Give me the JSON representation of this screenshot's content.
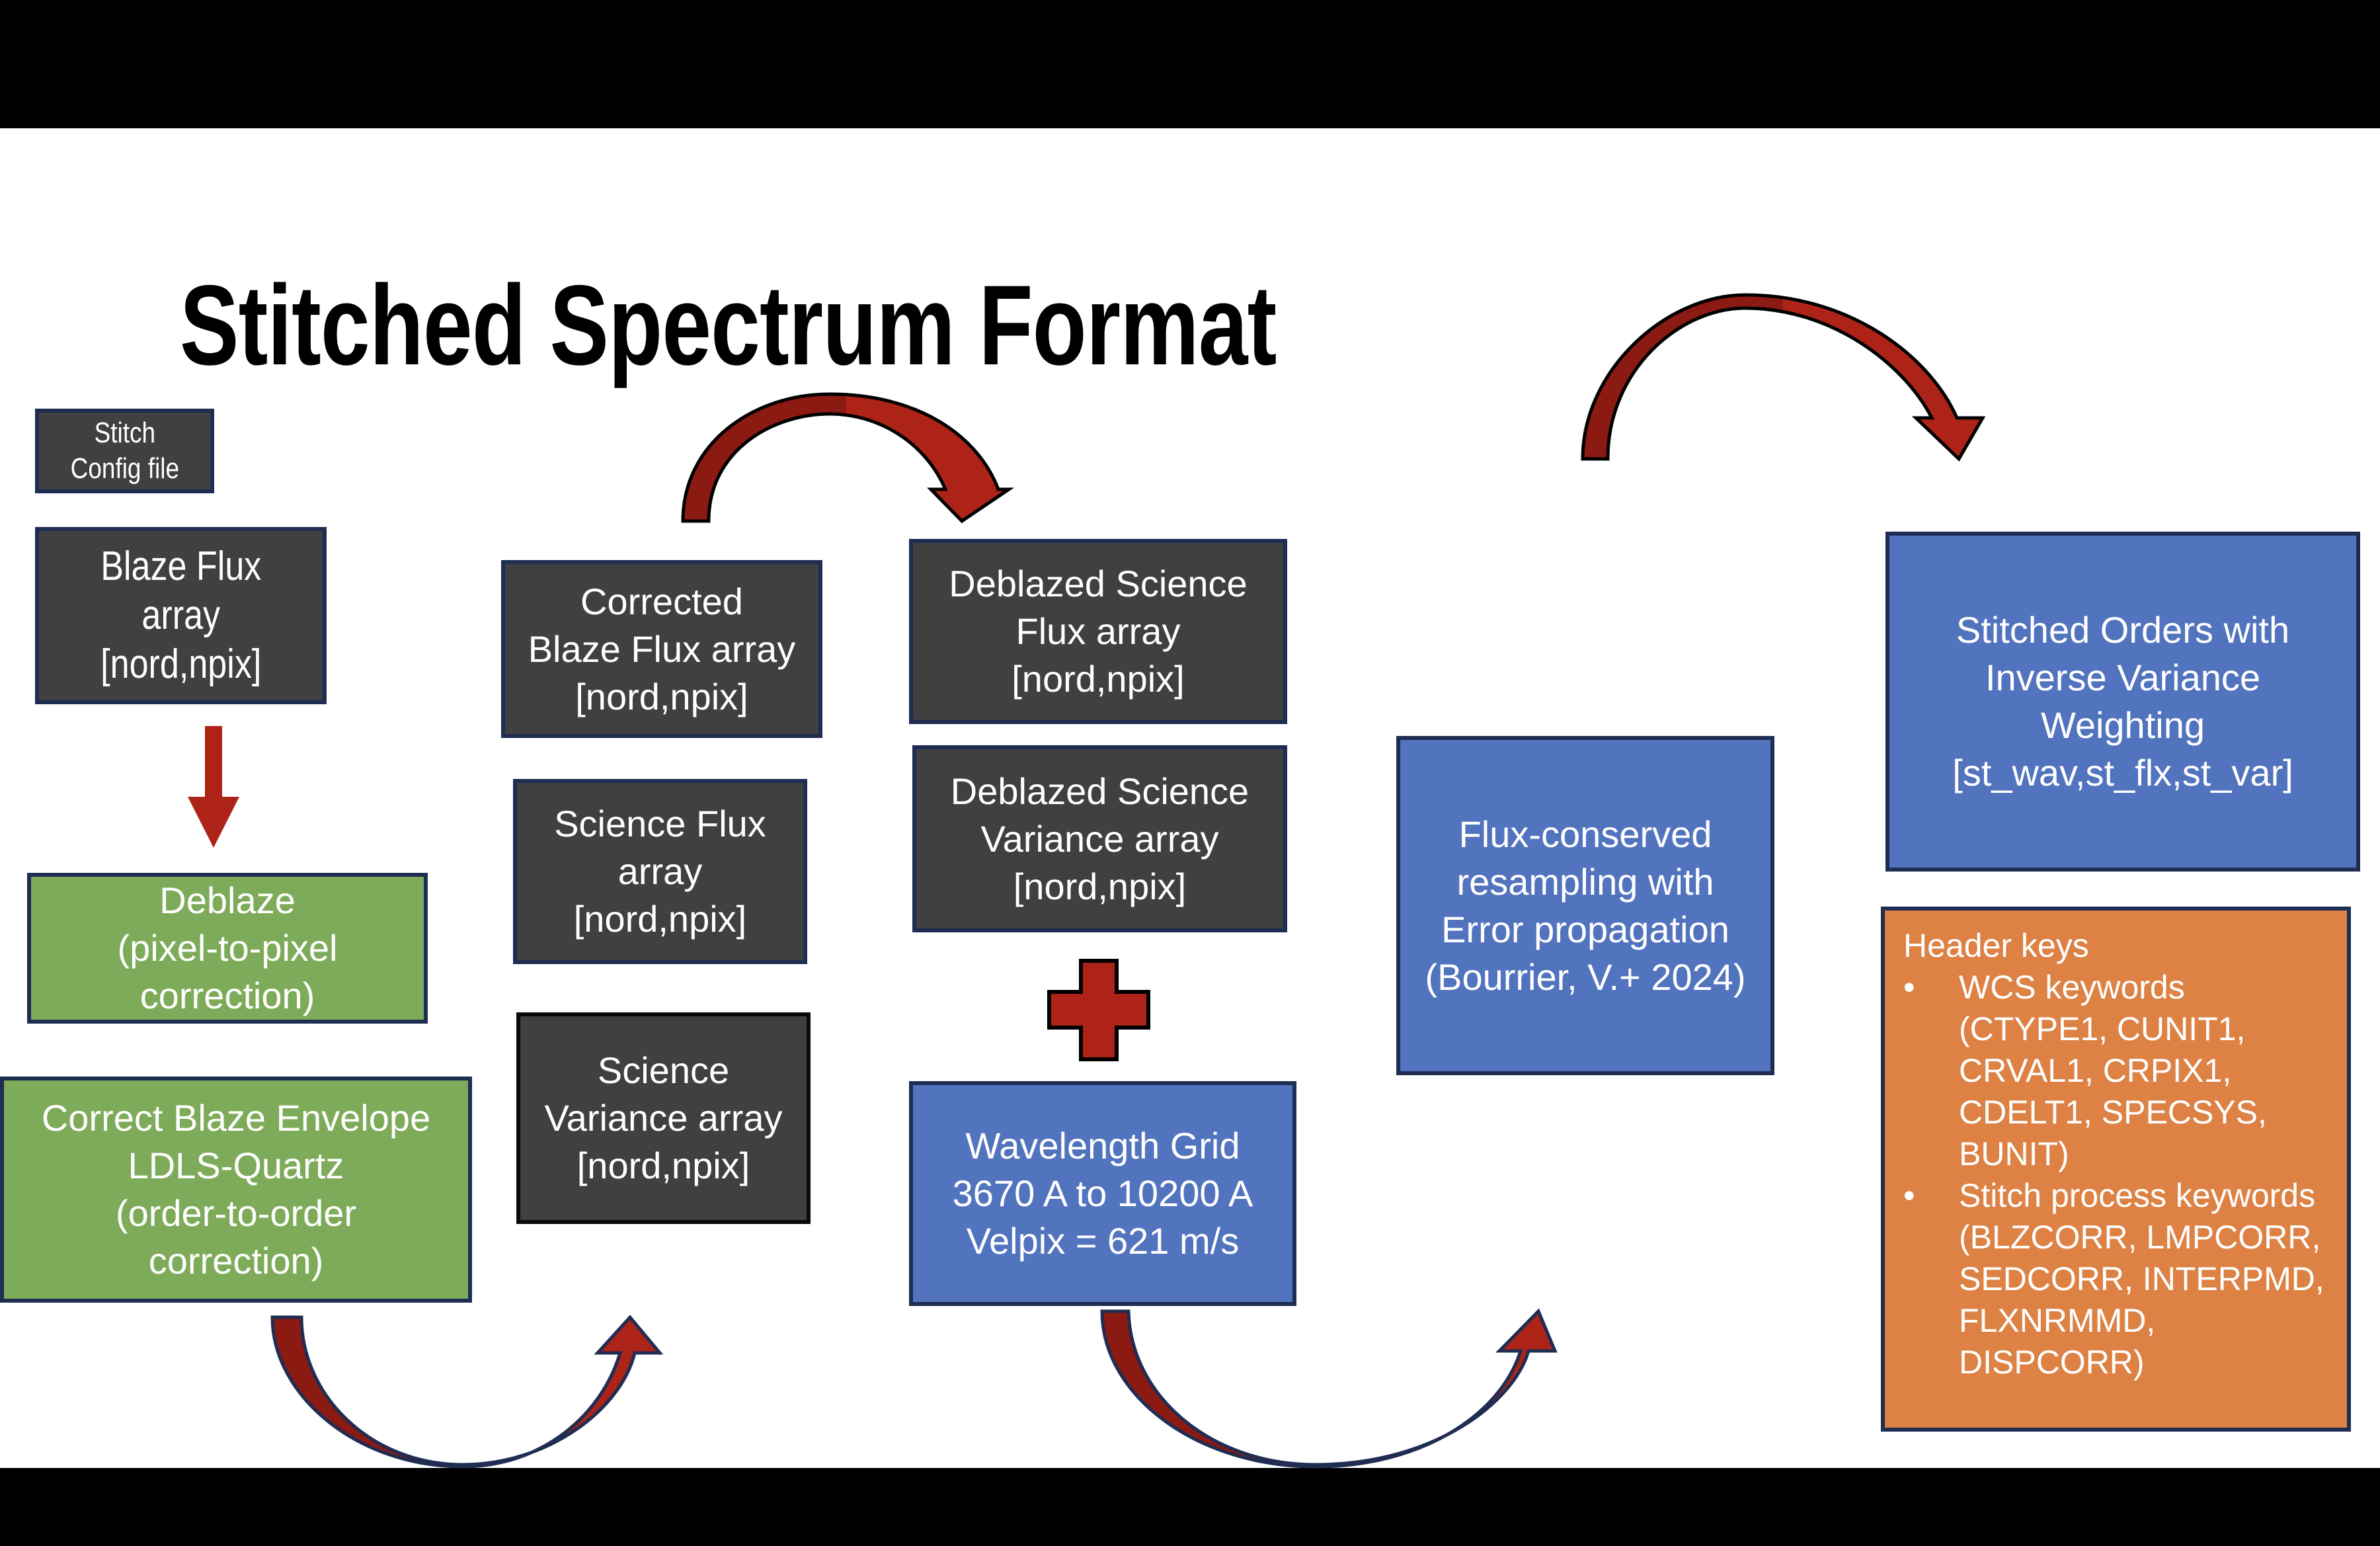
{
  "slide": {
    "title": "Stitched Spectrum Format"
  },
  "colors": {
    "data_box": "#404040",
    "process_box": "#7eab59",
    "grid_box": "#5273be",
    "header_box": "#dd8244",
    "arrow": "#ad2318",
    "border": "#1f2d52"
  },
  "boxes": {
    "stitch_config": "Stitch\nConfig file",
    "blaze_flux": "Blaze Flux\narray\n[nord,npix]",
    "deblaze": "Deblaze\n(pixel-to-pixel\ncorrection)",
    "correct_blaze": "Correct Blaze Envelope\nLDLS-Quartz\n(order-to-order\ncorrection)",
    "corrected_blaze_flux": "Corrected\nBlaze Flux array\n[nord,npix]",
    "science_flux": "Science Flux\narray\n[nord,npix]",
    "science_variance": "Science\nVariance array\n[nord,npix]",
    "deblazed_flux": "Deblazed Science\nFlux array\n[nord,npix]",
    "deblazed_variance": "Deblazed Science\nVariance array\n[nord,npix]",
    "wavelength_grid": "Wavelength Grid\n3670 A to 10200 A\nVelpix = 621 m/s",
    "flux_conserved": "Flux-conserved\nresampling with\nError propagation\n(Bourrier, V.+ 2024)",
    "stitched_orders": "Stitched Orders with\nInverse Variance\nWeighting\n[st_wav,st_flx,st_var]"
  },
  "header_keys": {
    "title": "Header keys",
    "bullet_glyph": "•",
    "items": [
      "WCS keywords (CTYPE1, CUNIT1, CRVAL1, CRPIX1, CDELT1, SPECSYS, BUNIT)",
      "Stitch process keywords (BLZCORR, LMPCORR, SEDCORR, INTERPMD, FLXNRMMD, DISPCORR)"
    ]
  },
  "icons": {
    "down_arrow": "down-arrow-icon",
    "plus": "plus-icon",
    "curved_arrows": [
      "curved-arrow-icon"
    ]
  }
}
